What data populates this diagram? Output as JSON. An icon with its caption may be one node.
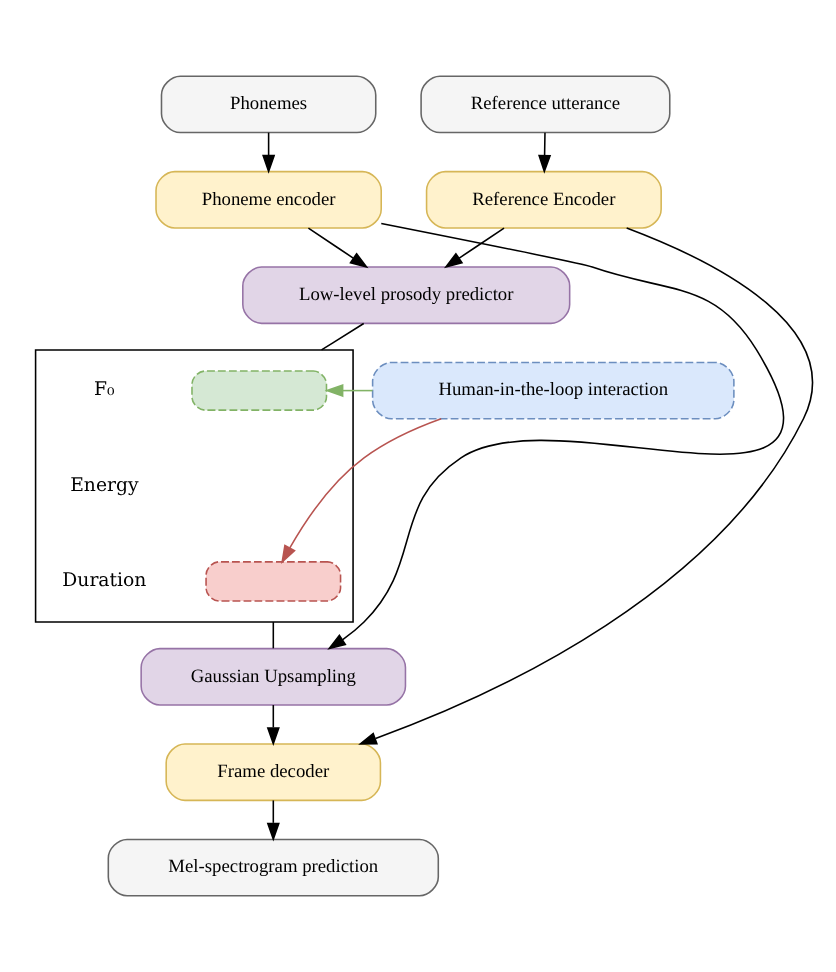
{
  "diagram": {
    "nodes": [
      {
        "text": [
          "Phonemes"
        ]
      },
      {
        "text": [
          "Reference utterance"
        ]
      },
      {
        "text": [
          "Phoneme encoder"
        ]
      },
      {
        "text": [
          "Reference Encoder"
        ]
      },
      {
        "text": [
          "Low-level prosody predictor"
        ]
      },
      {
        "text": [],
        "shape": "box"
      },
      {
        "text": [],
        "shape": "box",
        "in": 5
      },
      {
        "text": [],
        "shape": "box",
        "in": 5
      },
      {
        "text": [
          "Human-in-the-loop interaction"
        ]
      },
      {
        "text": [
          "Gaussian Upsampling"
        ]
      },
      {
        "text": [
          "Frame decoder"
        ]
      },
      {
        "text": [
          "Mel-spectrogram prediction"
        ]
      }
    ],
    "edges": [
      {
        "from": 0,
        "to": 2,
        "arrow": "to"
      },
      {
        "from": 1,
        "to": 3,
        "arrow": "to"
      },
      {
        "from": 2,
        "to": 4,
        "arrow": "to"
      },
      {
        "from": 3,
        "to": 4,
        "arrow": "to"
      },
      {
        "from": 2,
        "to": 9,
        "arrow": "to"
      },
      {
        "from": 3,
        "to": 10,
        "arrow": "to"
      },
      {
        "from": 4,
        "to": 5,
        "arrow": "none"
      },
      {
        "from": 8,
        "to": 6,
        "arrow": "to",
        "color": "#82b366"
      },
      {
        "from": 8,
        "to": 7,
        "arrow": "to",
        "color": "#b85450"
      },
      {
        "from": 5,
        "to": 9,
        "arrow": "none"
      },
      {
        "from": 9,
        "to": 10,
        "arrow": "to"
      },
      {
        "from": 10,
        "to": 11,
        "arrow": "to"
      }
    ],
    "labels": [
      "F₀",
      "Energy",
      "Duration"
    ]
  }
}
